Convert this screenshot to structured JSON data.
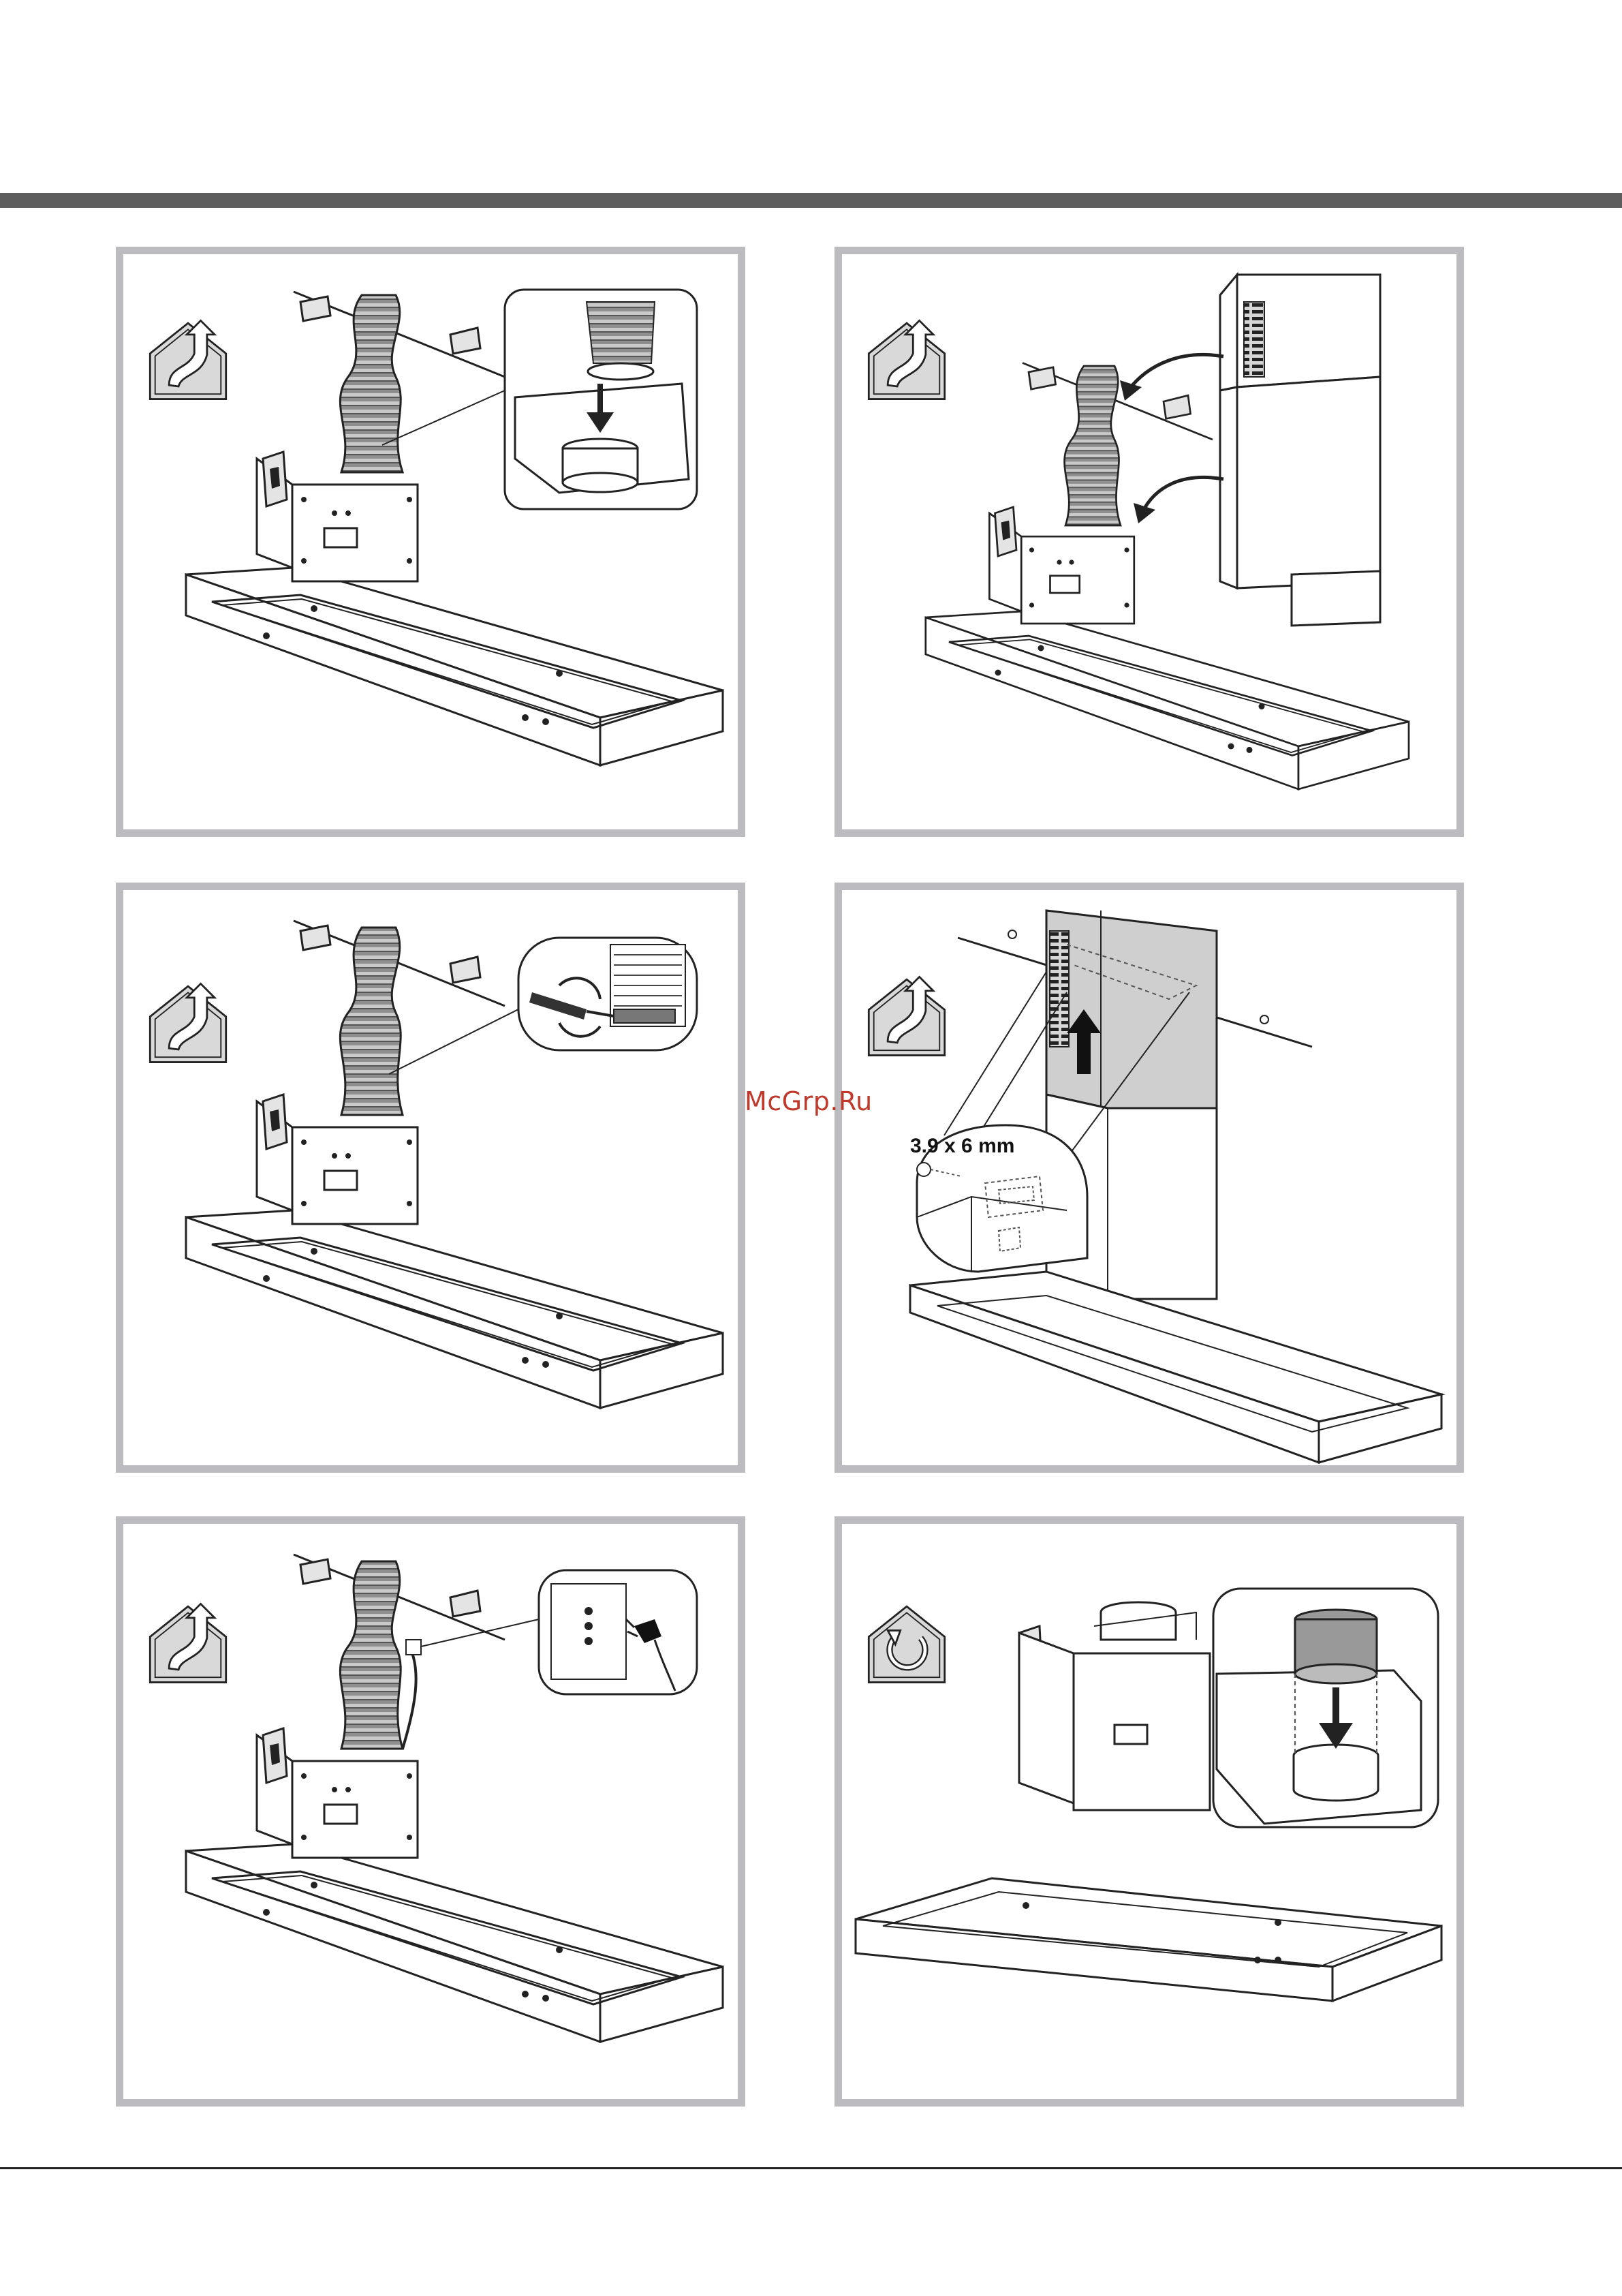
{
  "watermark": "McGrp.Ru",
  "dimension_label": "3.9 x 6 mm",
  "colors": {
    "band": "#5d5d5d",
    "panel_border": "#bcbcc0",
    "icon_fill": "#d9d9d9",
    "watermark": "#c0392b"
  },
  "panels": [
    {
      "step": "duct-to-adapter",
      "mode_icon": "ducted-house-icon"
    },
    {
      "step": "fit-chimney",
      "mode_icon": "ducted-house-icon"
    },
    {
      "step": "tighten-clamp",
      "mode_icon": "ducted-house-icon"
    },
    {
      "step": "fix-chimney-screws",
      "mode_icon": "ducted-house-icon"
    },
    {
      "step": "connect-power",
      "mode_icon": "ducted-house-icon"
    },
    {
      "step": "recirculation-adapter",
      "mode_icon": "recirculation-house-icon"
    }
  ]
}
